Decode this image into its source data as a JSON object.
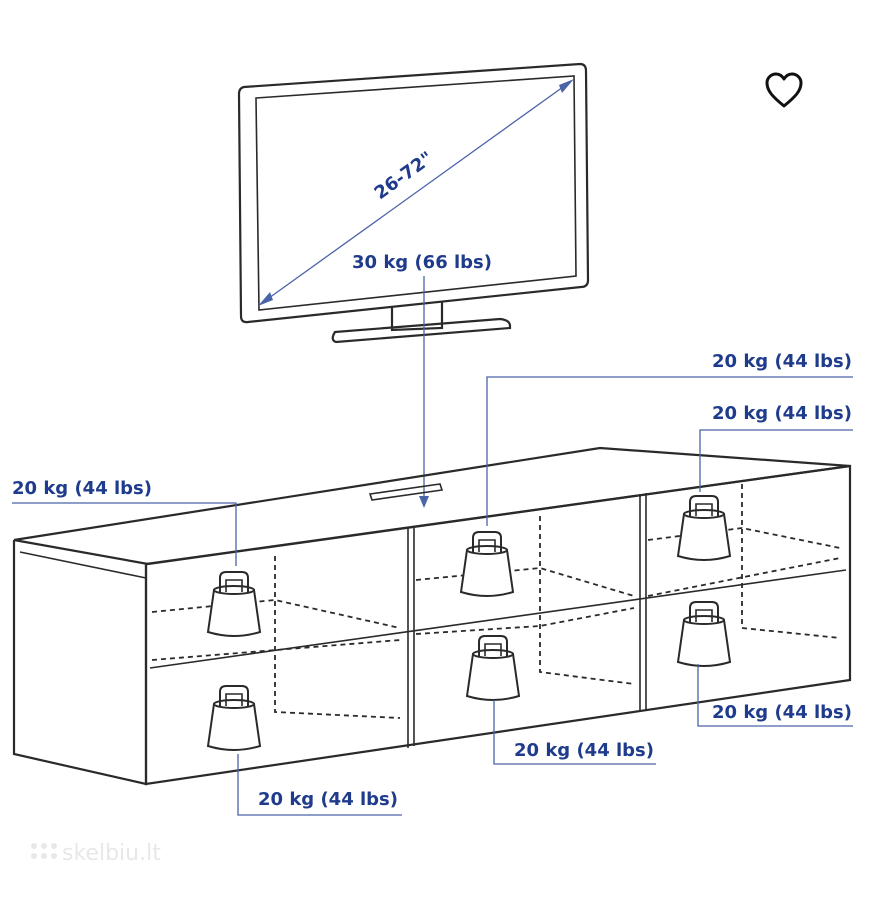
{
  "favorite": {
    "icon": "heart-icon"
  },
  "tv": {
    "diagonal": "26-72\"",
    "max_load": "30 kg (66 lbs)"
  },
  "compartment_loads": [
    {
      "id": "left-top",
      "label": "20 kg (44 lbs)"
    },
    {
      "id": "middle-top",
      "label": "20 kg (44 lbs)"
    },
    {
      "id": "right-top",
      "label": "20 kg (44 lbs)"
    },
    {
      "id": "right-bottom",
      "label": "20 kg (44 lbs)"
    },
    {
      "id": "middle-bottom",
      "label": "20 kg (44 lbs)"
    },
    {
      "id": "left-bottom",
      "label": "20 kg (44 lbs)"
    }
  ],
  "watermark": "skelbiu.lt",
  "colors": {
    "label": "#1f3b8c",
    "line": "#2a2a2a"
  }
}
